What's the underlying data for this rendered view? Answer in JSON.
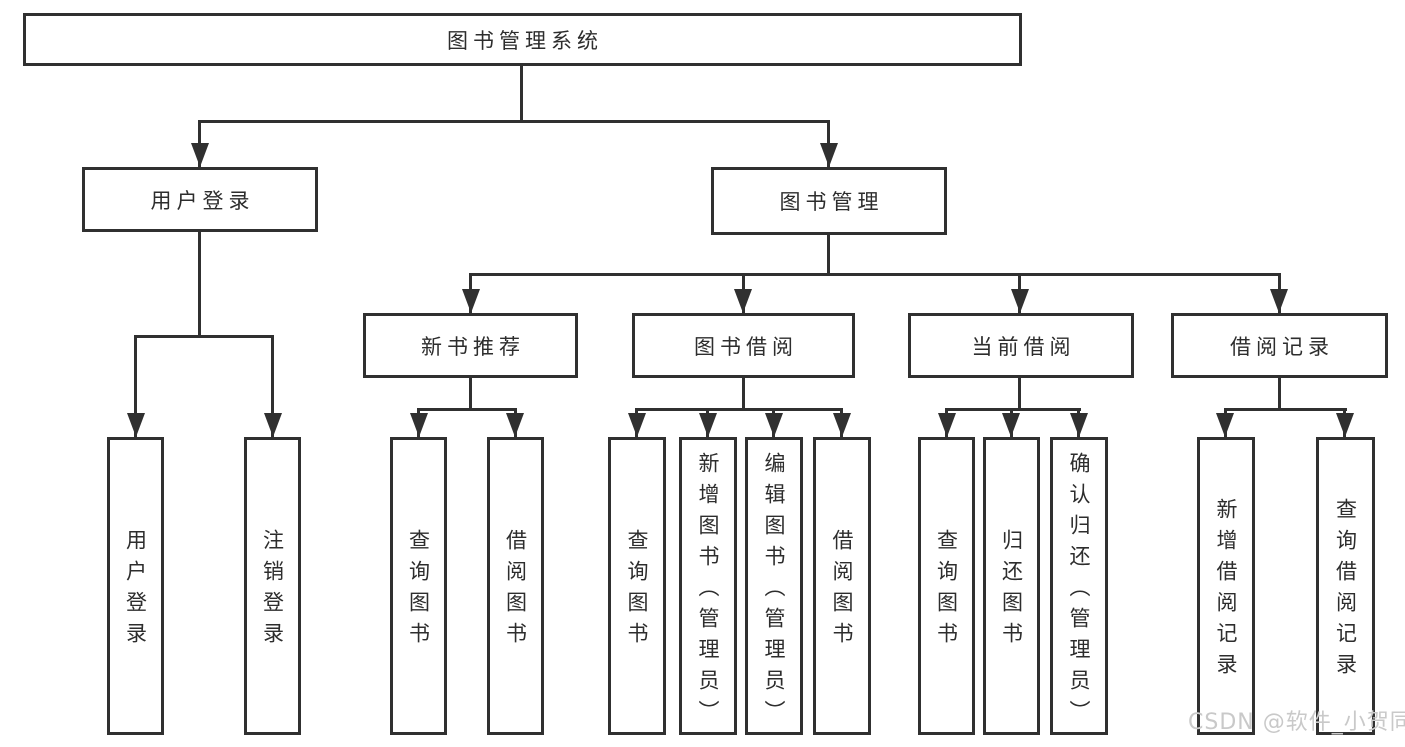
{
  "diagram": {
    "title_node": {
      "label": "图书管理系统"
    },
    "level2": {
      "user_login": {
        "label": "用户登录"
      },
      "book_mgmt": {
        "label": "图书管理"
      }
    },
    "level3": {
      "new_book_rec": {
        "label": "新书推荐"
      },
      "book_borrow": {
        "label": "图书借阅"
      },
      "current_borrow": {
        "label": "当前借阅"
      },
      "borrow_record": {
        "label": "借阅记录"
      }
    },
    "leaves": {
      "user_login": {
        "label": "用户登录"
      },
      "logout": {
        "label": "注销登录"
      },
      "nbr_query_book": {
        "label": "查询图书"
      },
      "nbr_borrow_book": {
        "label": "借阅图书"
      },
      "bb_query_book": {
        "label": "查询图书"
      },
      "bb_add_book": {
        "label": "新增图书（管理员）"
      },
      "bb_edit_book": {
        "label": "编辑图书（管理员）"
      },
      "bb_borrow_book": {
        "label": "借阅图书"
      },
      "cb_query_book": {
        "label": "查询图书"
      },
      "cb_return_book": {
        "label": "归还图书"
      },
      "cb_confirm": {
        "label": "确认归还（管理员）"
      },
      "br_add_record": {
        "label": "新增借阅记录"
      },
      "br_query_record": {
        "label": "查询借阅记录"
      }
    }
  },
  "watermark": {
    "text": "CSDN @软件_小贺同学"
  },
  "colors": {
    "line": "#303030",
    "text": "#2d2d2d",
    "background": "#ffffff",
    "watermark": "#c9c9c9"
  }
}
